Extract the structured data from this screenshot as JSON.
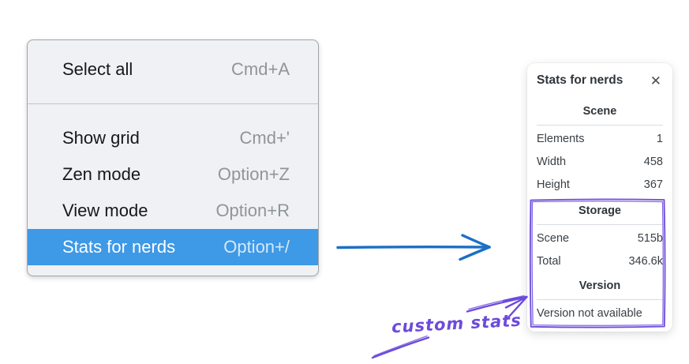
{
  "context_menu": {
    "items": [
      {
        "label": "Select all",
        "shortcut": "Cmd+A"
      },
      {
        "label": "Show grid",
        "shortcut": "Cmd+'"
      },
      {
        "label": "Zen mode",
        "shortcut": "Option+Z"
      },
      {
        "label": "View mode",
        "shortcut": "Option+R"
      },
      {
        "label": "Stats for nerds",
        "shortcut": "Option+/",
        "highlighted": true
      }
    ]
  },
  "stats_panel": {
    "title": "Stats for nerds",
    "close_icon": "✕",
    "scene_header": "Scene",
    "scene_rows": [
      {
        "label": "Elements",
        "value": "1"
      },
      {
        "label": "Width",
        "value": "458"
      },
      {
        "label": "Height",
        "value": "367"
      }
    ],
    "storage_header": "Storage",
    "storage_rows": [
      {
        "label": "Scene",
        "value": "515b"
      },
      {
        "label": "Total",
        "value": "346.6k"
      }
    ],
    "version_header": "Version",
    "version_message": "Version not available"
  },
  "annotation": {
    "label": "custom stats"
  },
  "colors": {
    "menu_highlight_blue": "#3e99e6",
    "arrow_blue": "#1b6fc5",
    "annotation_purple": "#6d4bdc",
    "panel_text": "#3a4046"
  }
}
